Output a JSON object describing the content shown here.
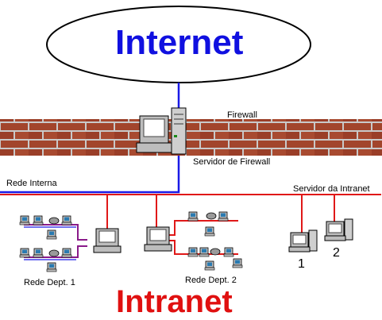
{
  "internet": {
    "title": "Internet"
  },
  "intranet": {
    "title": "Intranet"
  },
  "labels": {
    "firewall": "Firewall",
    "firewall_server": "Servidor de Firewall",
    "internal_network": "Rede Interna",
    "intranet_server": "Servidor da Intranet",
    "dept1": "Rede Dept. 1",
    "dept2": "Rede Dept. 2",
    "server1": "1",
    "server2": "2"
  },
  "colors": {
    "internet_text": "#1010e0",
    "intranet_text": "#e01010",
    "blue_link": "#1a1ae6",
    "red_link": "#e01818",
    "purple_link": "#8a1a8a",
    "brick": "#a0402a",
    "mortar": "#c9c9c9"
  }
}
